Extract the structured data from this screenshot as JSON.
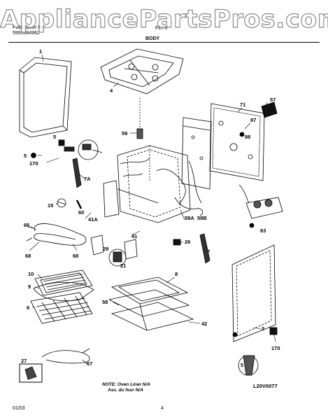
{
  "watermark": "AppliancePartsPros.com",
  "header": {
    "left_line1": "Publication No.",
    "left_line2": "5995384962",
    "model": "FEF3",
    "section": "BODY"
  },
  "parts": {
    "p1": "1",
    "p57": "57",
    "p71": "71",
    "p4": "4",
    "p87": "87",
    "p88": "88",
    "p5": "5",
    "p59": "59",
    "p5b": "5",
    "p170": "170",
    "p7a": "7A",
    "p15": "15",
    "p60": "60",
    "p41a": "41A",
    "p58a": "58A",
    "p58b": "58B",
    "p66": "66",
    "p68": "68",
    "p68b": "68",
    "p29": "29",
    "p41": "41",
    "p26": "26",
    "p7": "7",
    "p21": "21",
    "p63": "63",
    "p10": "10",
    "p9": "9",
    "p6": "6",
    "p8": "8",
    "p58": "58",
    "p42": "42",
    "p3": "3",
    "p170b": "170",
    "p67": "67",
    "p27": "27",
    "p5c": "5"
  },
  "note": {
    "line1": "NOTE: Oven Liner N/A",
    "line2": "Ass. du four N/A"
  },
  "figure_id": "L20V0077",
  "footer": {
    "date": "01/03",
    "page": "4"
  }
}
